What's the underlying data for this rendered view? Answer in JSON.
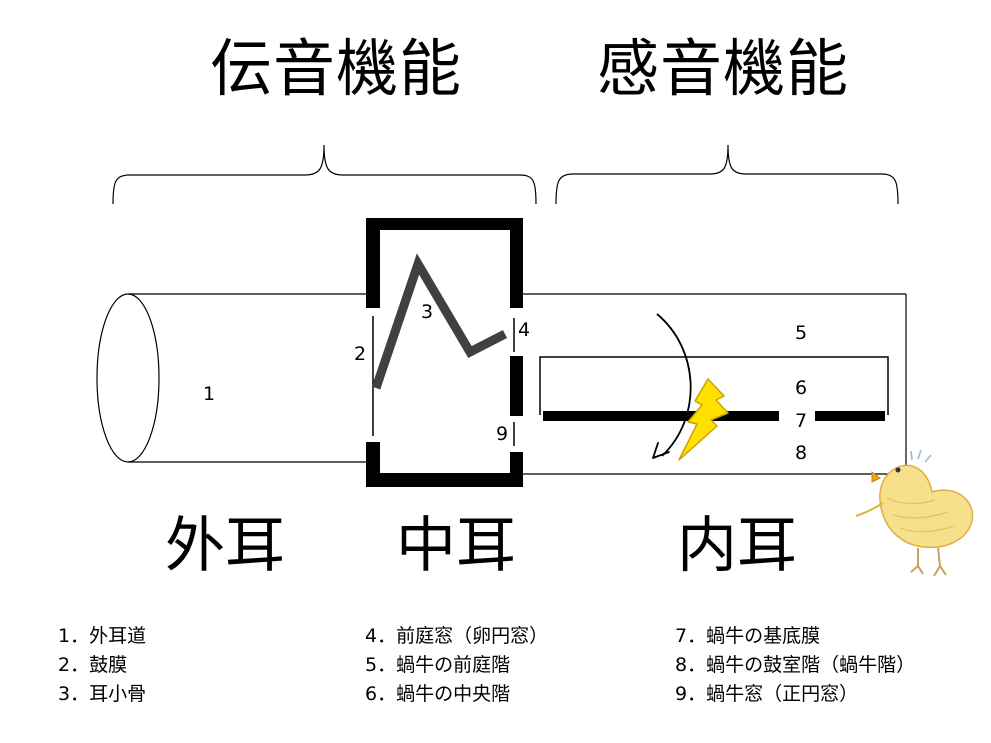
{
  "headings": {
    "conduction": "伝音機能",
    "perception": "感音機能"
  },
  "regions": {
    "outer": "外耳",
    "middle": "中耳",
    "inner": "内耳"
  },
  "markers": {
    "m1": "1",
    "m2": "2",
    "m3": "3",
    "m4": "4",
    "m5": "5",
    "m6": "6",
    "m7": "7",
    "m8": "8",
    "m9": "9"
  },
  "legend": {
    "col1": [
      "1．外耳道",
      "2．鼓膜",
      "3．耳小骨"
    ],
    "col2": [
      "4．前庭窓（卵円窓）",
      "5．蝸牛の前庭階",
      "6．蝸牛の中央階"
    ],
    "col3": [
      "7．蝸牛の基底膜",
      "8．蝸牛の鼓室階（蝸牛階）",
      "9．蝸牛窓（正円窓）"
    ]
  },
  "colors": {
    "ossicle": "#404040",
    "lightning_fill": "#ffe000",
    "lightning_stroke": "#c9a400",
    "chick_body": "#f6e08c",
    "chick_outline": "#e0b040"
  }
}
